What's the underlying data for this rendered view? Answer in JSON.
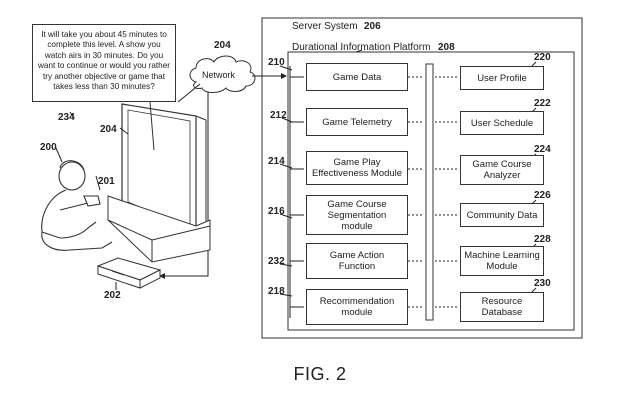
{
  "callout_text": "It will take you about 45 minutes to complete this level.  A show you watch airs in 30 minutes.  Do you want to continue or would you rather try another objective or game that takes less than 30 minutes?",
  "network_label": "Network",
  "server": {
    "title": "Server System",
    "ref": "206"
  },
  "platform": {
    "title": "Durational Information Platform",
    "ref": "208"
  },
  "left_modules": [
    {
      "label": "Game Data",
      "ref": "210"
    },
    {
      "label": "Game Telemetry",
      "ref": "212"
    },
    {
      "label": "Game Play\nEffectiveness Module",
      "ref": "214"
    },
    {
      "label": "Game Course\nSegmentation\nmodule",
      "ref": "216"
    },
    {
      "label": "Game Action\nFunction",
      "ref": "232"
    },
    {
      "label": "Recommendation\nmodule",
      "ref": "218"
    }
  ],
  "right_modules": [
    {
      "label": "User Profile",
      "ref": "220"
    },
    {
      "label": "User Schedule",
      "ref": "222"
    },
    {
      "label": "Game Course\nAnalyzer",
      "ref": "224"
    },
    {
      "label": "Community Data",
      "ref": "226"
    },
    {
      "label": "Machine Learning\nModule",
      "ref": "228"
    },
    {
      "label": "Resource\nDatabase",
      "ref": "230"
    }
  ],
  "refs": {
    "callout": "234",
    "network": "204",
    "display": "204",
    "user": "200",
    "controller": "201",
    "console": "202"
  },
  "figure_caption": "FIG. 2"
}
